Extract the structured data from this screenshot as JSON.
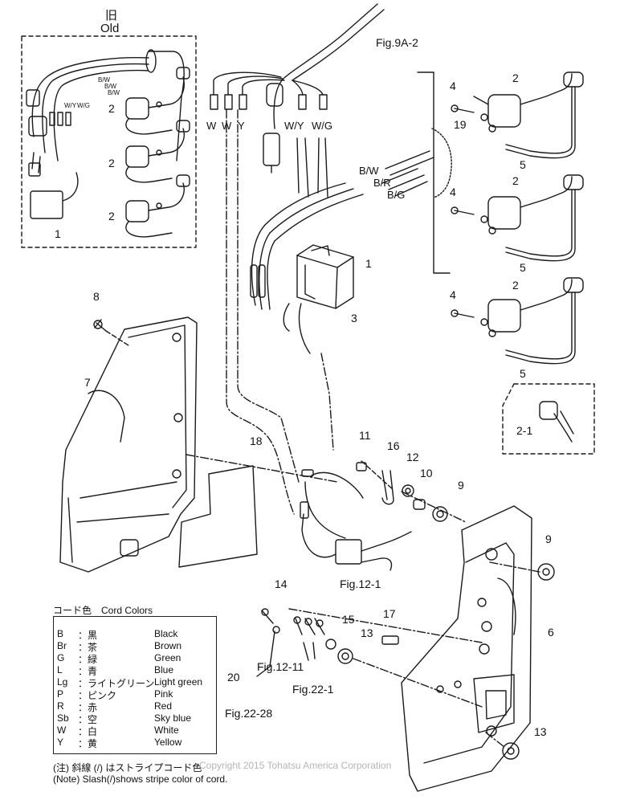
{
  "old_section": {
    "title_jp": "旧",
    "title_en": "Old"
  },
  "figure_refs": {
    "top": "Fig.9A-2",
    "mid": "Fig.12-1",
    "lower_a": "Fig.12-11",
    "lower_b": "Fig.22-1",
    "lower_c": "Fig.22-28"
  },
  "wire_labels": {
    "w1": "W",
    "w2": "W",
    "y": "Y",
    "wy": "W/Y",
    "wg": "W/G",
    "bw": "B/W",
    "br": "B/R",
    "bg": "B/G",
    "old_bw1": "B/W",
    "old_bw2": "B/W",
    "old_bw3": "B/W",
    "old_wy": "W/Y",
    "old_wg": "W/G"
  },
  "parts": {
    "p1": "1",
    "p1_old": "1",
    "p2a": "2",
    "p2b": "2",
    "p2c": "2",
    "p2_old_a": "2",
    "p2_old_b": "2",
    "p2_old_c": "2",
    "p2_1": "2-1",
    "p3": "3",
    "p4a": "4",
    "p4b": "4",
    "p4c": "4",
    "p5a": "5",
    "p5b": "5",
    "p5c": "5",
    "p6": "6",
    "p7": "7",
    "p8": "8",
    "p9a": "9",
    "p9b": "9",
    "p10": "10",
    "p11": "11",
    "p12": "12",
    "p13a": "13",
    "p13b": "13",
    "p14": "14",
    "p15": "15",
    "p16": "16",
    "p17": "17",
    "p18": "18",
    "p19": "19",
    "p20": "20"
  },
  "legend": {
    "title": "コード色　Cord Colors",
    "rows": [
      {
        "code": "B",
        "jp": "：黒",
        "en": "Black"
      },
      {
        "code": "Br",
        "jp": "：茶",
        "en": "Brown"
      },
      {
        "code": "G",
        "jp": "：緑",
        "en": "Green"
      },
      {
        "code": "L",
        "jp": "：青",
        "en": "Blue"
      },
      {
        "code": "Lg",
        "jp": "：ライトグリーン",
        "en": "Light green"
      },
      {
        "code": "P",
        "jp": "：ピンク",
        "en": "Pink"
      },
      {
        "code": "R",
        "jp": "：赤",
        "en": "Red"
      },
      {
        "code": "Sb",
        "jp": "：空",
        "en": "Sky blue"
      },
      {
        "code": "W",
        "jp": "：白",
        "en": "White"
      },
      {
        "code": "Y",
        "jp": "：黄",
        "en": "Yellow"
      }
    ]
  },
  "notes": {
    "jp": "(注) 斜線 (/) はストライプコード色",
    "en": "(Note) Slash(/)shows stripe color of cord."
  },
  "copyright": "Copyright 2015 Tohatsu America Corporation"
}
